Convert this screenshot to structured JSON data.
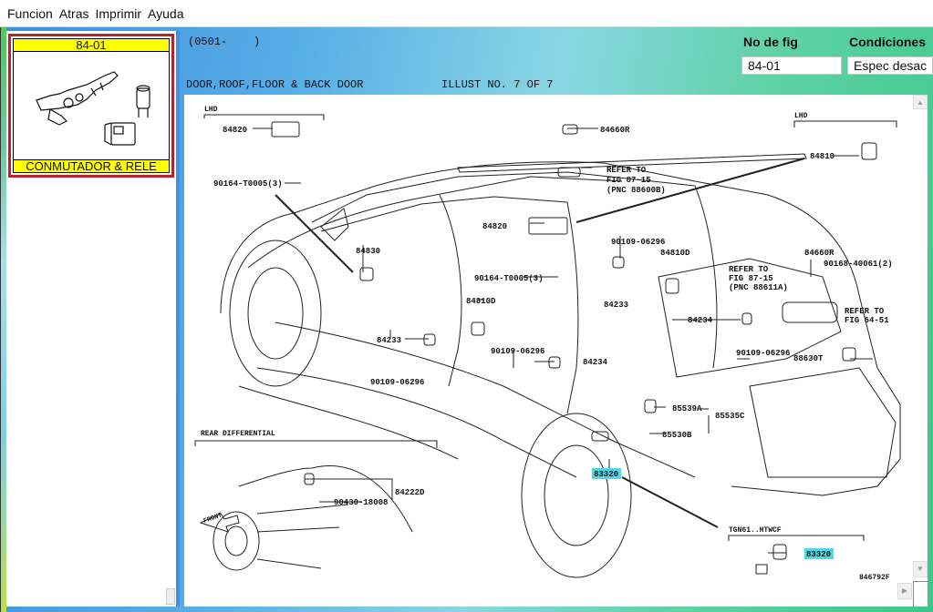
{
  "menu": [
    "Funcion",
    "Atras",
    "Imprimir",
    "Ayuda"
  ],
  "sidebar": {
    "thumbnail": {
      "fig_no": "84-01",
      "caption": "CONMUTADOR & RELE"
    }
  },
  "header": {
    "period": "(0501-    )",
    "section": "DOOR,ROOF,FLOOR & BACK DOOR",
    "illust": "ILLUST NO. 7 OF 7"
  },
  "fig_field": {
    "label": "No de fig",
    "value": "84-01"
  },
  "cond_field": {
    "label": "Condiciones",
    "value": "Espec desac"
  },
  "diagram": {
    "sections": {
      "lhd_left": "LHD",
      "lhd_right": "LHD",
      "rear_diff": "REAR DIFFERENTIAL",
      "tgn": "TGN61..HTWCF"
    },
    "labels": {
      "p84820a": "84820",
      "p90164a": "90164-T0005(3)",
      "p84830": "84830",
      "p84660r_top": "84660R",
      "refer1_l1": "REFER TO",
      "refer1_l2": "FIG 87-15",
      "refer1_l3": "(PNC 88600B)",
      "p84820b": "84820",
      "p90109a": "90109-06296",
      "p84810d_a": "84810D",
      "p90164b": "90164-T0005(3)",
      "p84810d_b": "84810D",
      "p84233a": "84233",
      "p84233b": "84233",
      "p90109b": "90109-06296",
      "p90109c": "90109-06296",
      "p84234a": "84234",
      "p84810": "84810",
      "p84660r": "84660R",
      "p90168": "90168-40061(2)",
      "refer2_l1": "REFER TO",
      "refer2_l2": "FIG 87-15",
      "refer2_l3": "(PNC 88611A)",
      "refer3_l1": "REFER TO",
      "refer3_l2": "FIG 64-51",
      "p84234b": "84234",
      "p90109d": "90109-06296",
      "p88630t": "88630T",
      "p85539a": "85539A",
      "p85535c": "85535C",
      "p85530b": "85530B",
      "p83320a": "83320",
      "p84222d": "84222D",
      "p90430": "90430-18008",
      "front": "FRONT",
      "p83320b": "83320",
      "ref_code": "846792F"
    },
    "highlight_color": "#4fd8e8"
  }
}
